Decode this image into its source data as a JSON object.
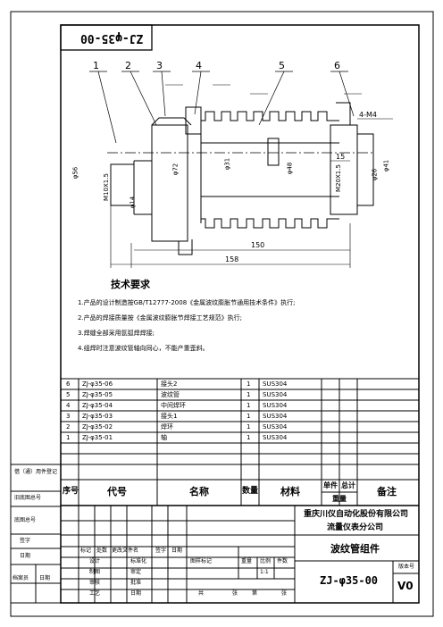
{
  "stamp_code": "ZJ-φ35-00",
  "balloons": [
    "1",
    "2",
    "3",
    "4",
    "5",
    "6"
  ],
  "dims": {
    "d56": "φ56",
    "m10": "M10X1.5",
    "d14": "φ14",
    "d72": "φ72",
    "d31": "φ31",
    "d48": "φ48",
    "m20": "M20X1.5",
    "d26": "φ26",
    "d41": "φ41",
    "len15": "15",
    "len150": "150",
    "len158": "158",
    "m4": "4-M4"
  },
  "notes": {
    "title": "技术要求",
    "items": [
      "1.产品的设计制造按GB/T12777-2008《金属波纹膨胀节通用技术条件》执行;",
      "2.产品的焊接质量按《金属波纹膨胀节焊接工艺规范》执行;",
      "3.焊缝全部采用氩弧焊焊接;",
      "4.组焊时注意波纹管轴向同心，不能产重歪斜。"
    ]
  },
  "bom": {
    "rows": [
      {
        "no": "6",
        "code": "ZJ-φ35-06",
        "name": "接头2",
        "qty": "1",
        "mat": "SUS304"
      },
      {
        "no": "5",
        "code": "ZJ-φ35-05",
        "name": "波纹管",
        "qty": "1",
        "mat": "SUS304"
      },
      {
        "no": "4",
        "code": "ZJ-φ35-04",
        "name": "中间焊环",
        "qty": "1",
        "mat": "SUS304"
      },
      {
        "no": "3",
        "code": "ZJ-φ35-03",
        "name": "接头1",
        "qty": "1",
        "mat": "SUS304"
      },
      {
        "no": "2",
        "code": "ZJ-φ35-02",
        "name": "焊环",
        "qty": "1",
        "mat": "SUS304"
      },
      {
        "no": "1",
        "code": "ZJ-φ35-01",
        "name": "轴",
        "qty": "1",
        "mat": "SUS304"
      }
    ],
    "headers": {
      "no": "序号",
      "code": "代号",
      "name": "名称",
      "qty": "数量",
      "mat": "材料",
      "single": "单件",
      "total": "总计",
      "weight": "重量",
      "note": "备注"
    }
  },
  "left_labels": {
    "borrow": "借（通）用件登记",
    "trace": "旧底图总号",
    "base": "底图总号",
    "sign": "签字",
    "date": "日期",
    "archive": "档案员",
    "date2": "日期"
  },
  "title_block": {
    "company": "重庆川仪自动化股份有限公司",
    "branch": "流量仪表分公司",
    "part_name": "波纹管组件",
    "drawing_no": "ZJ-φ35-00",
    "version_label": "版本号",
    "version": "V0",
    "mark": "标记",
    "count": "处数",
    "change_doc": "更改文件名",
    "signature": "签字",
    "date": "日期",
    "design": "设计",
    "draw": "制图",
    "check": "审核",
    "process": "工艺",
    "standard": "标准化",
    "review": "审定",
    "approve": "批准",
    "date3": "日期",
    "stage_mark": "图样标记",
    "weight": "重量",
    "scale": "比例",
    "pieces": "件数",
    "scale_val": "1:1",
    "total": "共",
    "sheets": "张",
    "page": "第",
    "sheet": "张"
  }
}
